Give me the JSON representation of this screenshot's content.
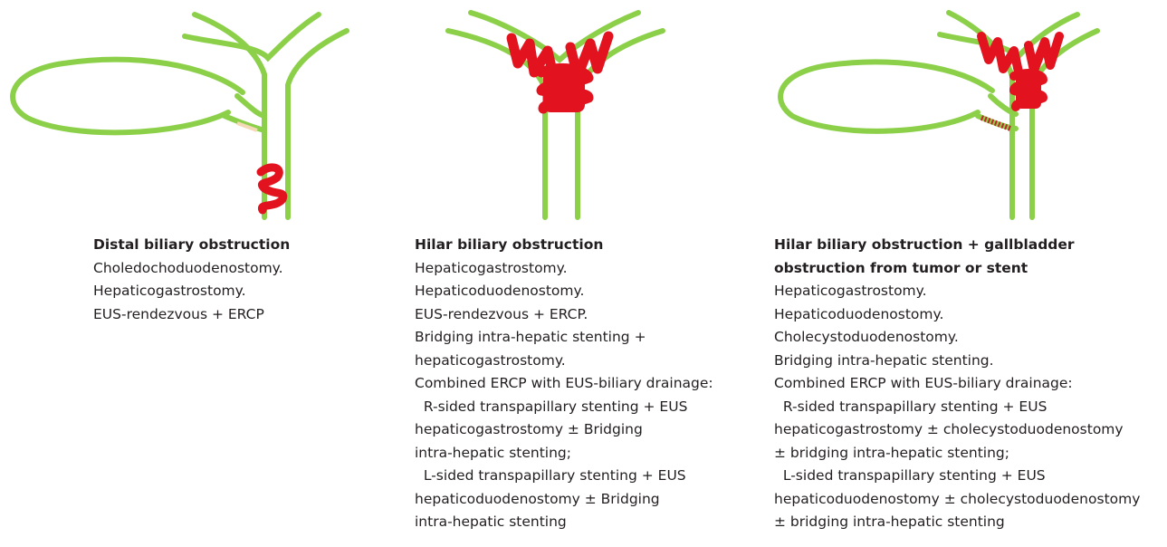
{
  "colors": {
    "duct": "#8cd04a",
    "tumor": "#e3121f",
    "text": "#231f20",
    "stent": "#f4d9b7"
  },
  "panels": [
    {
      "title_lines": [
        "Distal biliary obstruction"
      ],
      "body_lines": [
        "Choledochoduodenostomy.",
        "Hepaticogastrostomy.",
        "EUS-rendezvous + ERCP"
      ]
    },
    {
      "title_lines": [
        "Hilar biliary obstruction"
      ],
      "body_lines": [
        "Hepaticogastrostomy.",
        "Hepaticoduodenostomy.",
        "EUS-rendezvous + ERCP.",
        "Bridging intra-hepatic stenting +",
        "hepaticogastrostomy.",
        "Combined ERCP with EUS-biliary drainage:",
        "  R-sided transpapillary stenting + EUS",
        "hepaticogastrostomy ± Bridging",
        "intra-hepatic stenting;",
        "  L-sided transpapillary stenting + EUS",
        "hepaticoduodenostomy ± Bridging",
        "intra-hepatic stenting"
      ]
    },
    {
      "title_lines": [
        "Hilar biliary obstruction + gallbladder",
        "obstruction from tumor or stent"
      ],
      "body_lines": [
        "Hepaticogastrostomy.",
        "Hepaticoduodenostomy.",
        "Cholecystoduodenostomy.",
        "Bridging intra-hepatic stenting.",
        "Combined ERCP with EUS-biliary drainage:",
        "  R-sided transpapillary stenting + EUS",
        "hepaticogastrostomy ± cholecystoduodenostomy",
        "± bridging intra-hepatic stenting;",
        "  L-sided transpapillary stenting + EUS",
        "hepaticoduodenostomy ± cholecystoduodenostomy",
        "± bridging intra-hepatic stenting"
      ]
    }
  ]
}
